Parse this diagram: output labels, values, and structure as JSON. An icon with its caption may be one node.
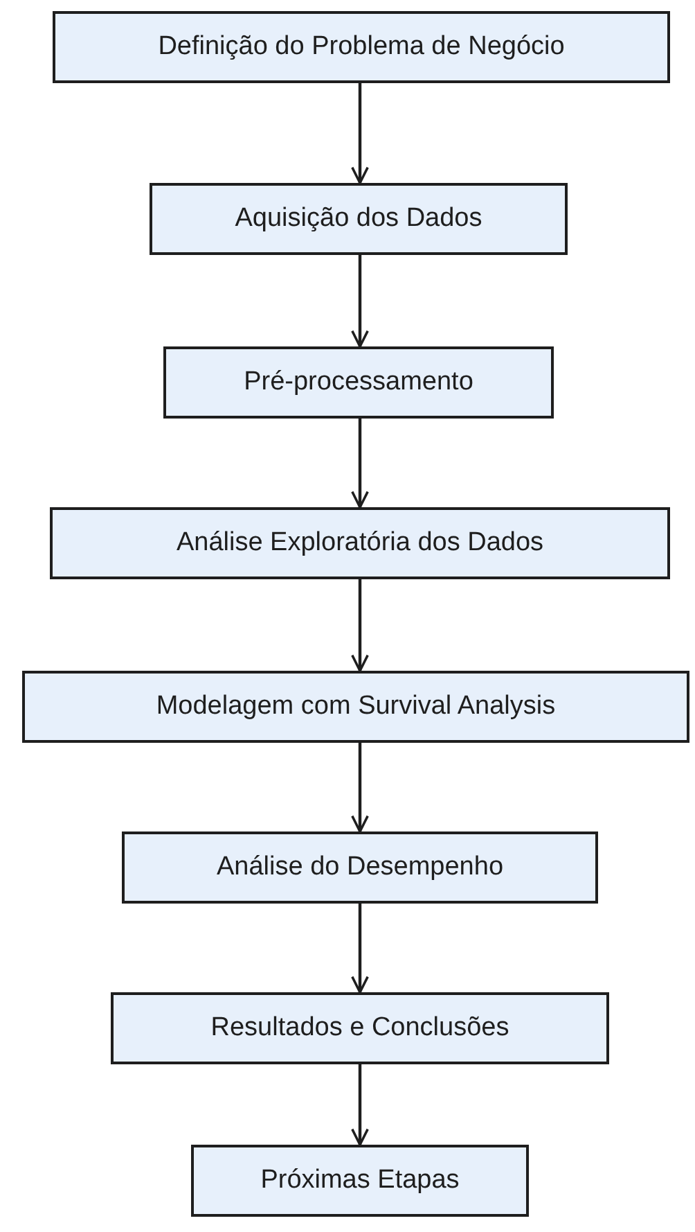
{
  "diagram": {
    "nodes": [
      {
        "text": [
          "Definição do Problema de Negócio"
        ]
      },
      {
        "text": [
          "Aquisição dos Dados"
        ]
      },
      {
        "text": [
          "Pré-processamento"
        ]
      },
      {
        "text": [
          "Análise Exploratória dos Dados"
        ]
      },
      {
        "text": [
          "Modelagem com Survival Analysis"
        ]
      },
      {
        "text": [
          "Análise do Desempenho"
        ]
      },
      {
        "text": [
          "Resultados e Conclusões"
        ]
      },
      {
        "text": [
          "Próximas Etapas"
        ]
      }
    ],
    "edges": [
      {
        "from": 0,
        "to": 1,
        "arrow": "to"
      },
      {
        "from": 1,
        "to": 2,
        "arrow": "to"
      },
      {
        "from": 2,
        "to": 3,
        "arrow": "to"
      },
      {
        "from": 3,
        "to": 4,
        "arrow": "to"
      },
      {
        "from": 4,
        "to": 5,
        "arrow": "to"
      },
      {
        "from": 5,
        "to": 6,
        "arrow": "to"
      },
      {
        "from": 6,
        "to": 7,
        "arrow": "to"
      }
    ]
  }
}
